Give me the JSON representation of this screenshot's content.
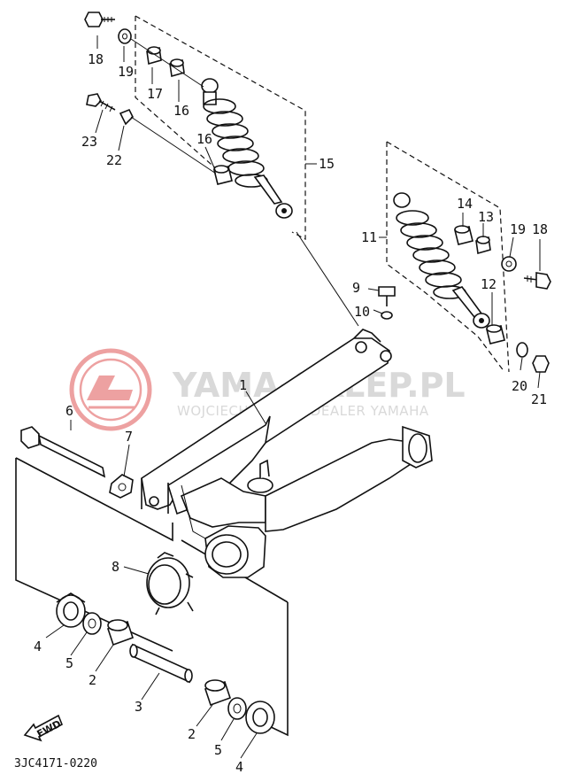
{
  "watermark": {
    "title": "YAMA-SKLEP.PL",
    "subtitle": "WOJCIECHOWICE | DEALER YAMAHA",
    "accent_color": "#e05555"
  },
  "diagram_code": "3JC4171-0220",
  "direction_arrow": "FWD",
  "callouts": {
    "c1": "1",
    "c2a": "2",
    "c2b": "2",
    "c3": "3",
    "c4a": "4",
    "c4b": "4",
    "c5a": "5",
    "c5b": "5",
    "c6": "6",
    "c7": "7",
    "c8": "8",
    "c9": "9",
    "c10": "10",
    "c11": "11",
    "c12": "12",
    "c13": "13",
    "c14": "14",
    "c15": "15",
    "c16a": "16",
    "c16b": "16",
    "c17": "17",
    "c18a": "18",
    "c18b": "18",
    "c19a": "19",
    "c19b": "19",
    "c20": "20",
    "c21": "21",
    "c22": "22",
    "c23": "23"
  }
}
